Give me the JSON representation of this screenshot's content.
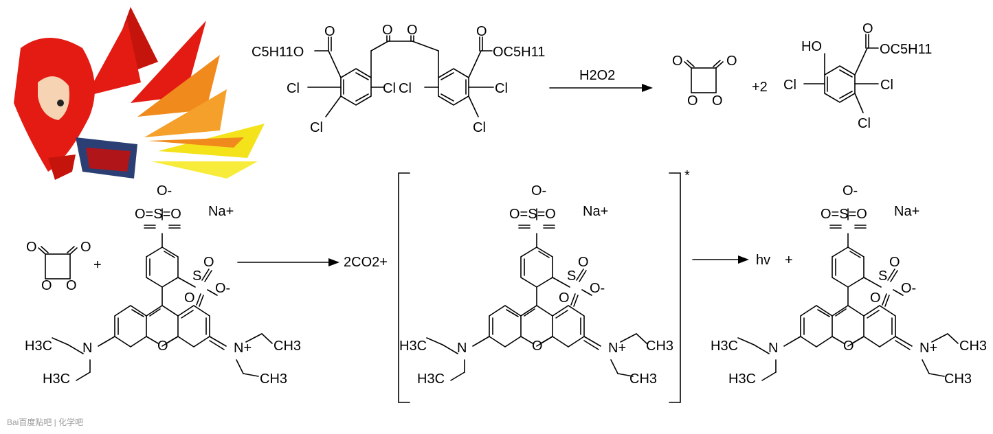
{
  "reaction1": {
    "ester_left": "C5H11O",
    "ester_right": "OC5H11",
    "reagent": "H2O2",
    "ring_label_o": "O",
    "coefficient": "+2",
    "phenol_oh": "HO",
    "chlorine": "Cl"
  },
  "reaction2": {
    "plus": "+",
    "arrow_product": "2CO2+",
    "excited_marker": "*",
    "emission": "hv",
    "emission_plus": "+",
    "counter_ion": "Na+",
    "sulfonate_o_minus": "O-",
    "ring_oxygen": "O",
    "amine_n": "N",
    "iminium_n": "N+",
    "ethyl_h3c": "H3C",
    "ethyl_ch3": "CH3"
  },
  "watermark": {
    "text": "Bai百度贴吧 | 化学吧"
  },
  "colors": {
    "ink": "#000000",
    "mascot_red": "#e31b12",
    "mascot_orange": "#f08a1c",
    "mascot_yellow": "#f4e21a",
    "watermark": "#9a9a9a"
  }
}
